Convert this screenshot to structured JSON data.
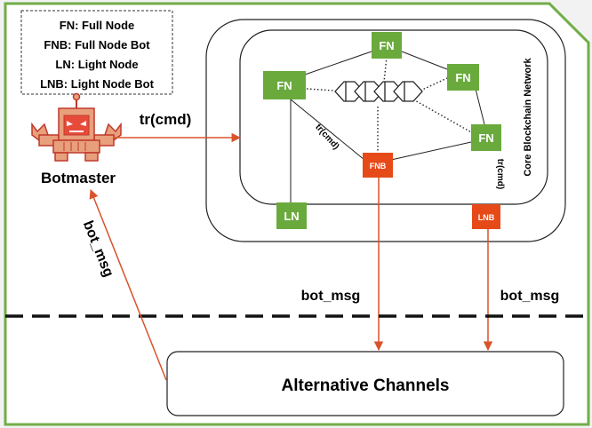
{
  "legend": {
    "lines": [
      "FN: Full Node",
      "FNB: Full Node Bot",
      "LN: Light Node",
      "LNB: Light Node Bot"
    ]
  },
  "botmaster": {
    "label": "Botmaster"
  },
  "network": {
    "label": "Core Blockchain Network"
  },
  "nodes": {
    "fn_top": "FN",
    "fn_left": "FN",
    "fn_right_upper": "FN",
    "fn_right": "FN",
    "fnb": "FNB",
    "ln": "LN",
    "lnb": "LNB"
  },
  "edges": {
    "tr_cmd_main": "tr(cmd)",
    "tr_cmd_fnb": "tr(cmd)",
    "tr_cmd_lnb": "tr(cmd)",
    "bot_msg_left": "bot_msg",
    "bot_msg_fnb": "bot_msg",
    "bot_msg_lnb": "bot_msg"
  },
  "channels": {
    "label": "Alternative Channels"
  },
  "colors": {
    "border_green": "#70ad47",
    "node_green": "#6aaa3d",
    "bot_red": "#e64a19",
    "arrow_red": "#d9532b",
    "botmaster_fill": "#e8a07c",
    "botmaster_stroke": "#c0392b"
  }
}
